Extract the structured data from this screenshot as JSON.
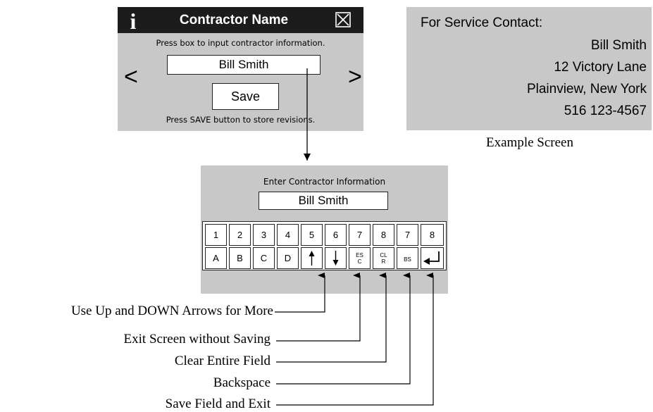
{
  "contractor_screen": {
    "info_icon": "i",
    "title": "Contractor Name",
    "close_icon": "close-box-icon",
    "instruction": "Press box to input contractor information.",
    "field_value": "Bill Smith",
    "prev_arrow": "<",
    "next_arrow": ">",
    "save_label": "Save",
    "save_note": "Press SAVE button to store revisions."
  },
  "example_screen": {
    "heading": "For Service Contact:",
    "lines": [
      "Bill Smith",
      "12 Victory Lane",
      "Plainview, New York",
      "516 123-4567"
    ],
    "caption": "Example Screen"
  },
  "keypad_screen": {
    "title": "Enter Contractor Information",
    "field_value": "Bill Smith",
    "top_row": [
      "1",
      "2",
      "3",
      "4",
      "5",
      "6",
      "7",
      "8",
      "7",
      "8"
    ],
    "bottom_row": [
      "A",
      "B",
      "C",
      "D",
      "",
      "",
      "ES C",
      "CL R",
      "BS",
      ""
    ],
    "icons": {
      "up": "up-arrow-icon",
      "down": "down-arrow-icon",
      "enter": "enter-arrow-icon"
    }
  },
  "annotations": [
    "Use Up and DOWN Arrows for More",
    "Exit Screen without Saving",
    "Clear Entire Field",
    "Backspace",
    "Save Field and Exit"
  ]
}
